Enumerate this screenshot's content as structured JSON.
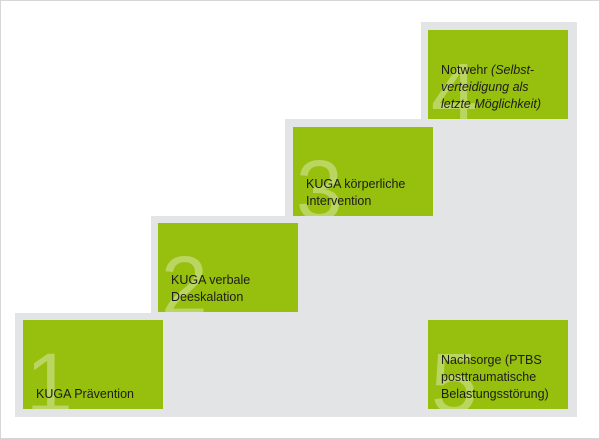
{
  "colors": {
    "step_green": "#97bf0d",
    "stair_gray": "#e3e4e6"
  },
  "steps": [
    {
      "number": "1",
      "lines": [
        "KUGA Prävention"
      ]
    },
    {
      "number": "2",
      "lines": [
        "KUGA verbale",
        "Deeskalation"
      ]
    },
    {
      "number": "3",
      "lines": [
        "KUGA körperliche",
        "Intervention"
      ]
    },
    {
      "number": "4",
      "title": "Notwehr",
      "italic_lines": [
        "(Selbst-",
        "verteidigung als",
        "letzte Möglichkeit)"
      ]
    },
    {
      "number": "5",
      "lines": [
        "Nachsorge (PTBS",
        "posttraumatische",
        "Belastungsstörung)"
      ]
    }
  ]
}
